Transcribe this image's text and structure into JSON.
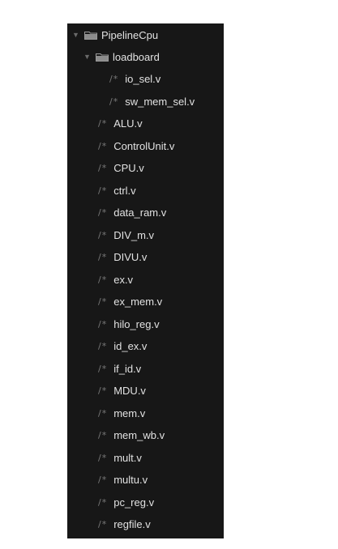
{
  "tree": {
    "root": {
      "label": "PipelineCpu",
      "arrow": "▼",
      "icon": "folder-open-icon"
    },
    "subfolder": {
      "label": "loadboard",
      "arrow": "▼",
      "icon": "folder-open-icon",
      "files": [
        {
          "label": "io_sel.v",
          "icon": "/*"
        },
        {
          "label": "sw_mem_sel.v",
          "icon": "/*"
        }
      ]
    },
    "files": [
      {
        "label": "ALU.v",
        "icon": "/*"
      },
      {
        "label": "ControlUnit.v",
        "icon": "/*"
      },
      {
        "label": "CPU.v",
        "icon": "/*"
      },
      {
        "label": "ctrl.v",
        "icon": "/*"
      },
      {
        "label": "data_ram.v",
        "icon": "/*"
      },
      {
        "label": "DIV_m.v",
        "icon": "/*"
      },
      {
        "label": "DIVU.v",
        "icon": "/*"
      },
      {
        "label": "ex.v",
        "icon": "/*"
      },
      {
        "label": "ex_mem.v",
        "icon": "/*"
      },
      {
        "label": "hilo_reg.v",
        "icon": "/*"
      },
      {
        "label": "id_ex.v",
        "icon": "/*"
      },
      {
        "label": "if_id.v",
        "icon": "/*"
      },
      {
        "label": "MDU.v",
        "icon": "/*"
      },
      {
        "label": "mem.v",
        "icon": "/*"
      },
      {
        "label": "mem_wb.v",
        "icon": "/*"
      },
      {
        "label": "mult.v",
        "icon": "/*"
      },
      {
        "label": "multu.v",
        "icon": "/*"
      },
      {
        "label": "pc_reg.v",
        "icon": "/*"
      },
      {
        "label": "regfile.v",
        "icon": "/*"
      }
    ]
  },
  "colors": {
    "background": "#171717",
    "text": "#e2e2e2",
    "icon": "#7a7a7a"
  }
}
